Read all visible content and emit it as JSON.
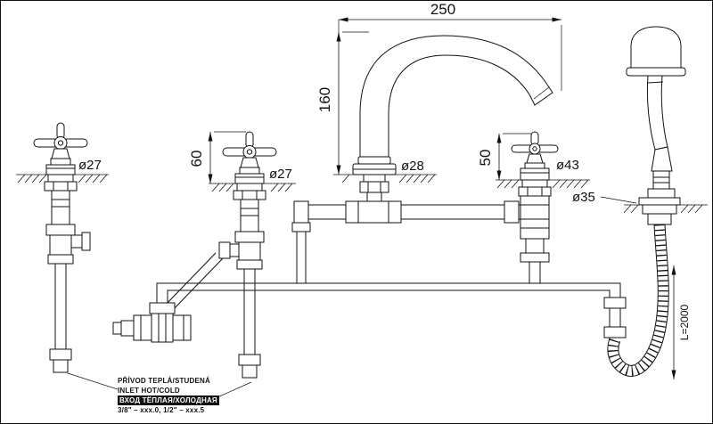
{
  "dimensions": {
    "spout_reach": "250",
    "spout_height": "160",
    "valve_height": "60",
    "diverter_height": "50",
    "left_valve_diameter": "ø27",
    "middle_valve_diameter": "ø27",
    "spout_base_diameter": "ø28",
    "diverter_diameter": "ø43",
    "shower_holder_diameter": "ø35",
    "hose_length": "L=2000"
  },
  "notes": {
    "line1": "PŘÍVOD TEPLÁ/STUDENÁ",
    "line2": "INLET HOT/COLD",
    "line3": "ВХОД ТЁПЛАЯ/ХОЛОДНАЯ",
    "line4": "3/8\" – xxx.0,  1/2\" – xxx.5"
  },
  "colors": {
    "line": "#111111",
    "background": "#ffffff",
    "highlight_bg": "#111111",
    "highlight_text": "#ffffff"
  }
}
